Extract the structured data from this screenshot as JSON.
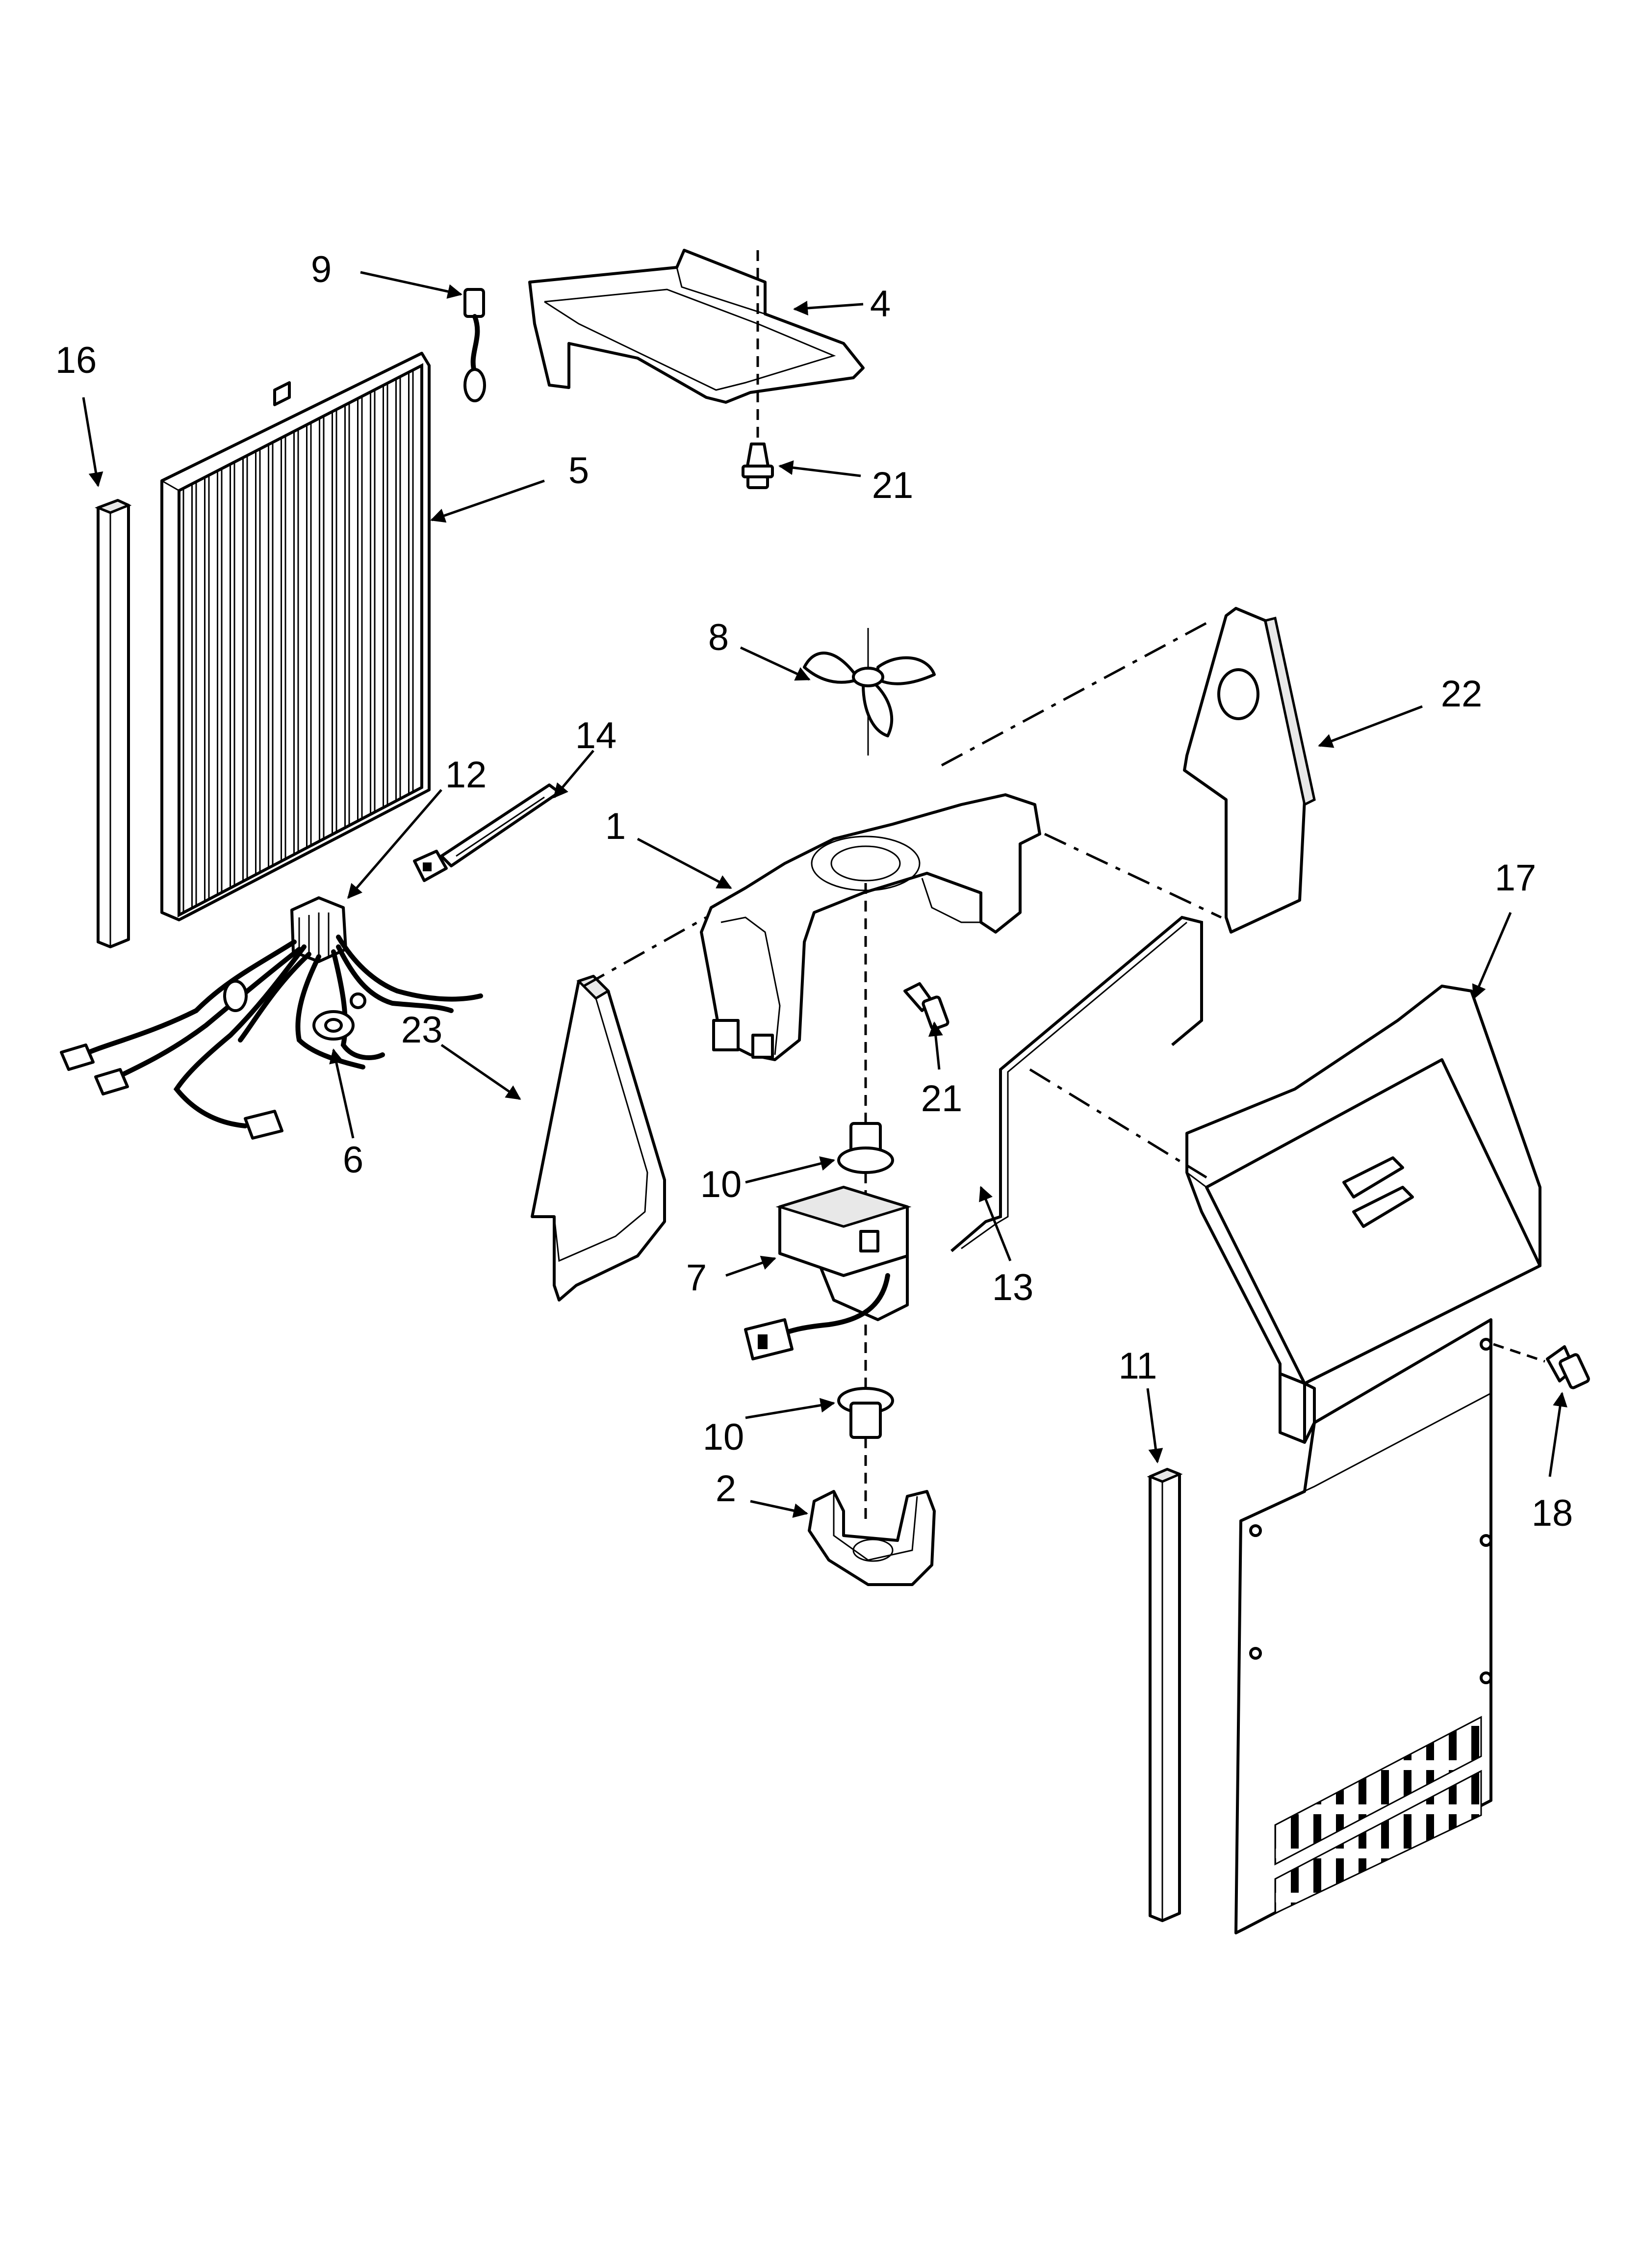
{
  "diagram": {
    "callouts": [
      {
        "id": "c9",
        "label": "9"
      },
      {
        "id": "c4",
        "label": "4"
      },
      {
        "id": "c16",
        "label": "16"
      },
      {
        "id": "c5",
        "label": "5"
      },
      {
        "id": "c21a",
        "label": "21"
      },
      {
        "id": "c8",
        "label": "8"
      },
      {
        "id": "c22",
        "label": "22"
      },
      {
        "id": "c14",
        "label": "14"
      },
      {
        "id": "c12",
        "label": "12"
      },
      {
        "id": "c1",
        "label": "1"
      },
      {
        "id": "c17",
        "label": "17"
      },
      {
        "id": "c23",
        "label": "23"
      },
      {
        "id": "c21b",
        "label": "21"
      },
      {
        "id": "c6",
        "label": "6"
      },
      {
        "id": "c10a",
        "label": "10"
      },
      {
        "id": "c13",
        "label": "13"
      },
      {
        "id": "c7",
        "label": "7"
      },
      {
        "id": "c11",
        "label": "11"
      },
      {
        "id": "c10b",
        "label": "10"
      },
      {
        "id": "c2",
        "label": "2"
      },
      {
        "id": "c18",
        "label": "18"
      }
    ]
  }
}
